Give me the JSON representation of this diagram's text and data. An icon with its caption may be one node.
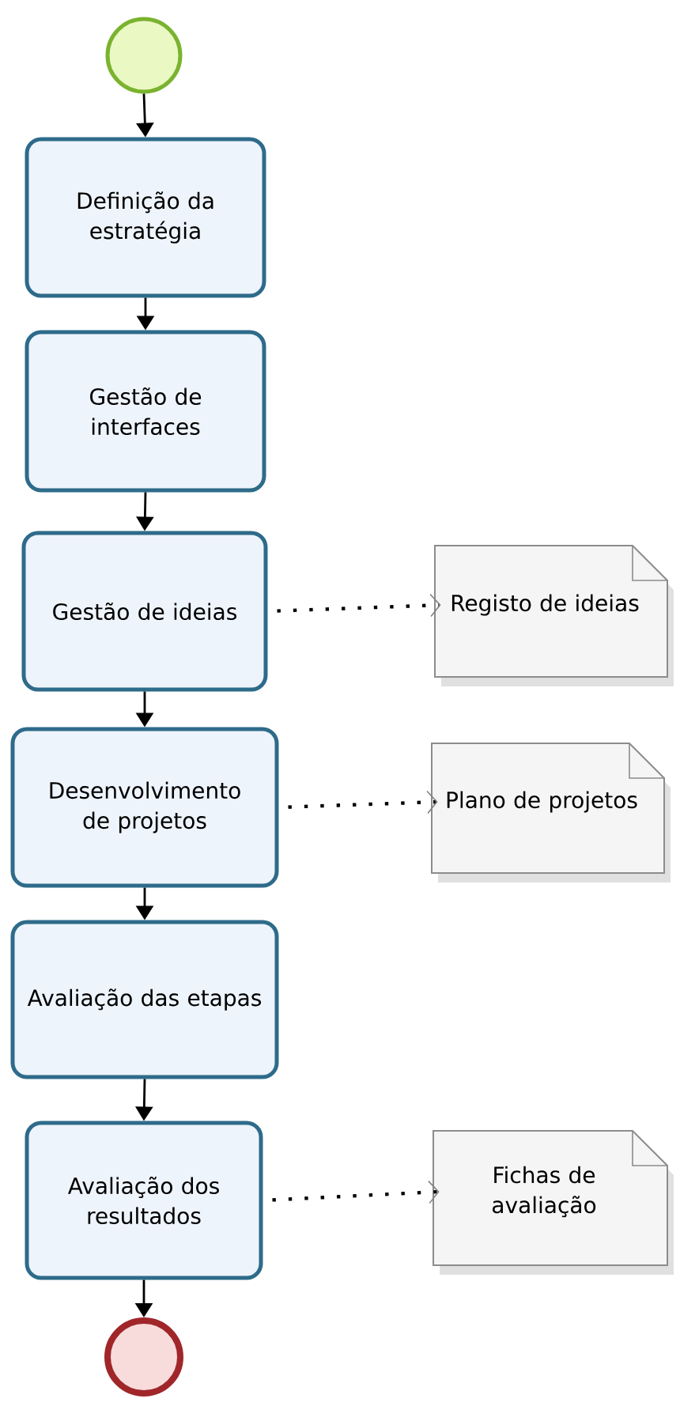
{
  "diagram": {
    "nodes": [
      {
        "text": [],
        "shape": "circle"
      },
      {
        "text": [
          "Definição da estratégia"
        ]
      },
      {
        "text": [
          "Gestão de interfaces"
        ]
      },
      {
        "text": [
          "Gestão de ideias"
        ]
      },
      {
        "text": [
          "Registo de ideias"
        ]
      },
      {
        "text": [
          "Desenvolvimento de projetos"
        ]
      },
      {
        "text": [
          "Plano de projetos"
        ]
      },
      {
        "text": [
          "Avaliação das etapas"
        ]
      },
      {
        "text": [
          "Avaliação dos resultados"
        ]
      },
      {
        "text": [
          "Fichas de avaliação"
        ]
      },
      {
        "text": [],
        "shape": "circle"
      }
    ],
    "edges": [
      {
        "from": 0,
        "to": 1,
        "arrow": "to"
      },
      {
        "from": 1,
        "to": 2,
        "arrow": "to"
      },
      {
        "from": 2,
        "to": 3,
        "arrow": "to"
      },
      {
        "from": 3,
        "to": 4,
        "arrow": "to",
        "style": "dashed"
      },
      {
        "from": 3,
        "to": 5,
        "arrow": "to"
      },
      {
        "from": 5,
        "to": 6,
        "arrow": "to",
        "style": "dashed"
      },
      {
        "from": 5,
        "to": 7,
        "arrow": "to"
      },
      {
        "from": 7,
        "to": 8,
        "arrow": "to"
      },
      {
        "from": 8,
        "to": 9,
        "arrow": "to",
        "style": "dashed"
      },
      {
        "from": 8,
        "to": 10,
        "arrow": "to"
      }
    ]
  }
}
